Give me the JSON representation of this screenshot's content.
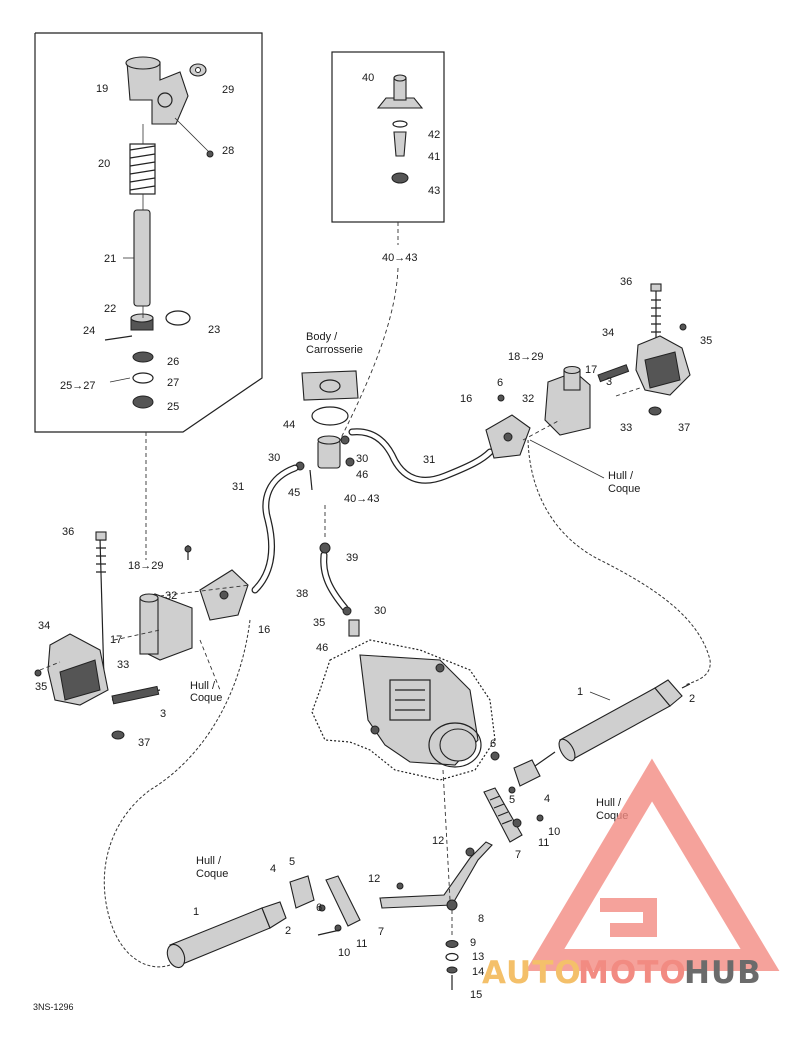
{
  "callouts": {
    "n1": "1",
    "n2": "2",
    "n3": "3",
    "n4": "4",
    "n5": "5",
    "n6": "6",
    "n7": "7",
    "n8": "8",
    "n9": "9",
    "n10": "10",
    "n11": "11",
    "n12": "12",
    "n13": "13",
    "n14": "14",
    "n15": "15",
    "n16": "16",
    "n17": "17",
    "n19": "19",
    "n20": "20",
    "n21": "21",
    "n22": "22",
    "n23": "23",
    "n24": "24",
    "n25": "25",
    "n26": "26",
    "n27": "27",
    "n28": "28",
    "n29": "29",
    "n30": "30",
    "n31": "31",
    "n32": "32",
    "n33": "33",
    "n34": "34",
    "n35": "35",
    "n36": "36",
    "n37": "37",
    "n38": "38",
    "n39": "39",
    "n40": "40",
    "n41": "41",
    "n42": "42",
    "n43": "43",
    "n44": "44",
    "n45": "45",
    "n46": "46",
    "r18_29": "18→29",
    "r25_27": "25→27",
    "r40_43": "40→43"
  },
  "labels": {
    "body_line1": "Body /",
    "body_line2": "Carrosserie",
    "hull_line1": "Hull /",
    "hull_line2": "Coque",
    "diagram_code": "3NS-1296"
  },
  "watermark": {
    "text_auto": "AUTO",
    "text_moto": "MOTO",
    "text_hub": "HUB",
    "color_primary": "#f28b82",
    "color_secondary": "#f4c06a",
    "color_hub": "#6b6b6b"
  }
}
